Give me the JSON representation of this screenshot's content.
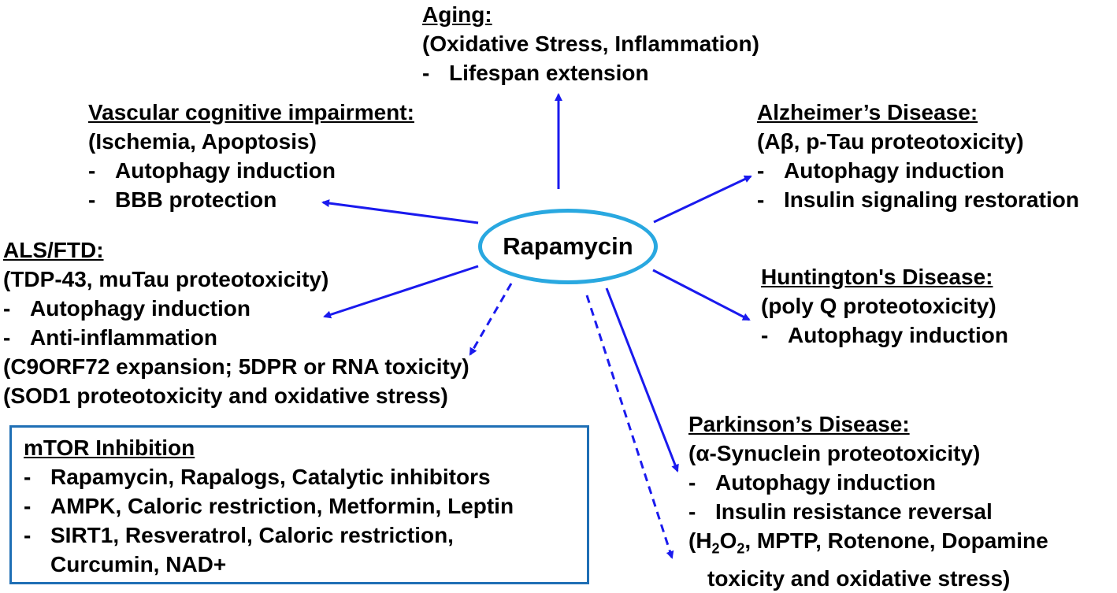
{
  "center": {
    "label": "Rapamycin"
  },
  "aging": {
    "title": "Aging:",
    "line1": "(Oxidative Stress, Inflammation)",
    "bullets": [
      "Lifespan extension"
    ]
  },
  "vascular": {
    "title": "Vascular cognitive impairment:",
    "line1": "(Ischemia, Apoptosis)",
    "bullets": [
      "Autophagy induction",
      "BBB protection"
    ]
  },
  "alzheimers": {
    "title": "Alzheimer’s Disease:",
    "line1": "(Aβ, p-Tau proteotoxicity)",
    "bullets": [
      "Autophagy induction",
      "Insulin signaling restoration"
    ]
  },
  "als": {
    "title": "ALS/FTD:",
    "line1": "(TDP-43, muTau proteotoxicity)",
    "bullets": [
      "Autophagy induction",
      "Anti-inflammation"
    ],
    "extra": [
      "(C9ORF72 expansion; 5DPR or RNA toxicity)",
      "(SOD1 proteotoxicity and oxidative stress)"
    ]
  },
  "huntingtons": {
    "title": "Huntington's Disease:",
    "line1": "(poly Q proteotoxicity)",
    "bullets": [
      "Autophagy induction"
    ]
  },
  "parkinsons": {
    "title": "Parkinson’s Disease:",
    "line1": "(α-Synuclein proteotoxicity)",
    "bullets": [
      "Autophagy induction",
      "Insulin resistance reversal"
    ],
    "extra_a": "(H",
    "sub1": "2",
    "extra_b": "O",
    "sub2": "2",
    "extra_c": ", MPTP, Rotenone, Dopamine",
    "extra2": "toxicity and oxidative stress)"
  },
  "mtor": {
    "title": "mTOR Inhibition",
    "bullets": [
      "Rapamycin, Rapalogs, Catalytic inhibitors",
      "AMPK, Caloric restriction, Metformin, Leptin",
      "SIRT1, Resveratrol, Caloric restriction,"
    ],
    "cont": "Curcumin, NAD+"
  },
  "dash": "-",
  "colors": {
    "arrow": "#1a1aee",
    "ellipse": "#29a8e0",
    "box_border": "#1f6fb5"
  }
}
